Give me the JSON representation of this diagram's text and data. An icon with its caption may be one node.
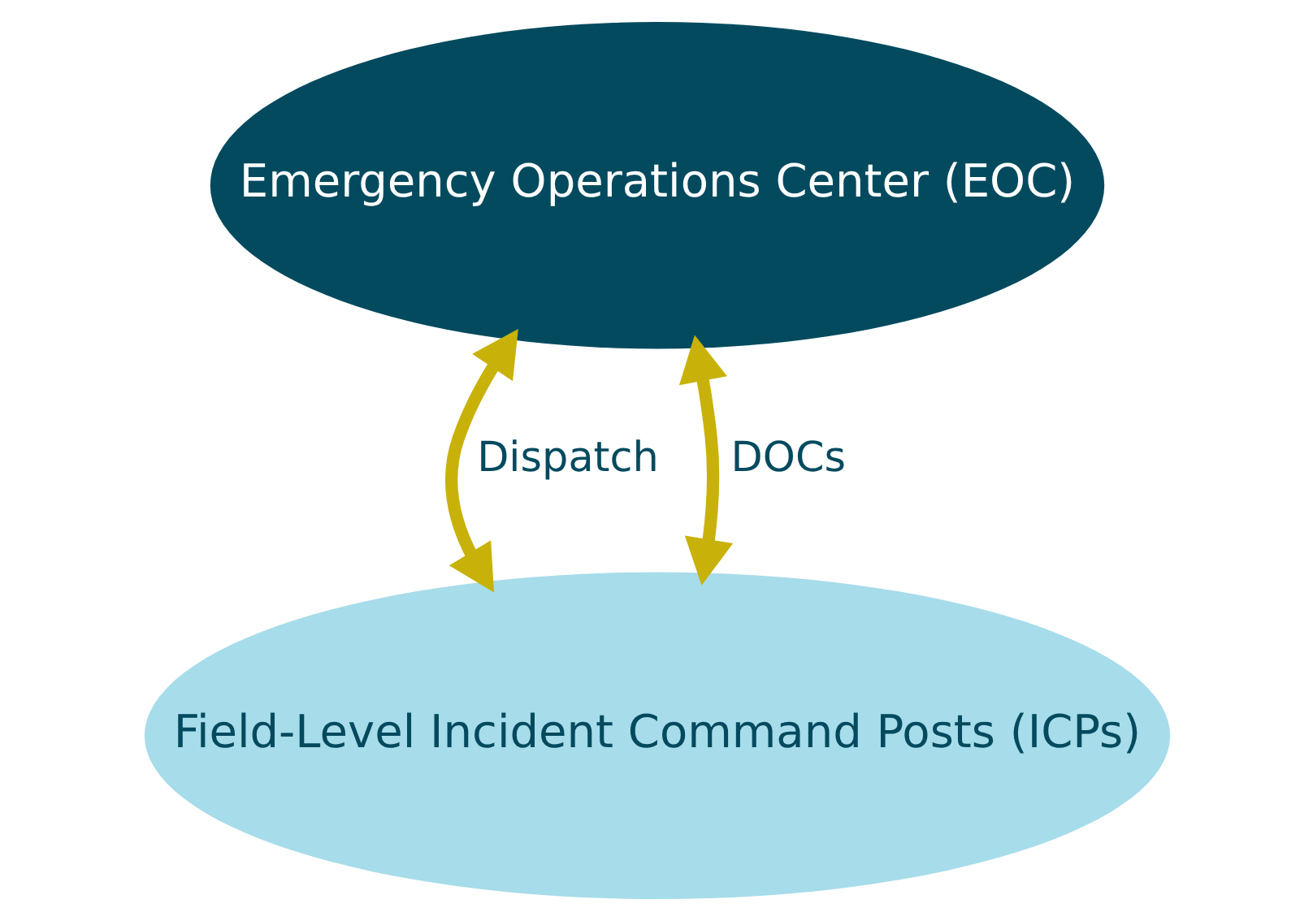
{
  "diagram": {
    "nodes": [
      {
        "text": [
          "Emergency Operations Center (EOC)"
        ]
      },
      {
        "text": [
          "Field-Level Incident Command Posts (ICPs)"
        ]
      }
    ],
    "edges": [
      {
        "from": 0,
        "to": 1,
        "arrow": "both",
        "label": "Dispatch",
        "color": "#c8b20a"
      },
      {
        "from": 0,
        "to": 1,
        "arrow": "both",
        "label": "DOCs",
        "color": "#c8b20a"
      }
    ]
  }
}
